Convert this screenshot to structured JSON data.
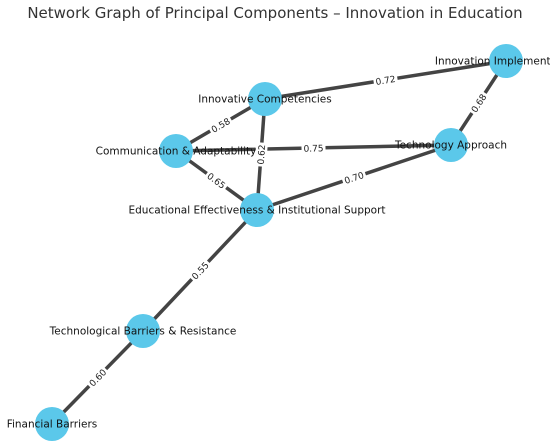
{
  "title": "Network Graph of Principal Components – Innovation in Education",
  "colors": {
    "node": "#5bc8ea",
    "edge": "#444444"
  },
  "nodes": [
    {
      "id": "innovation-implementation",
      "label": "Innovation Implementation"
    },
    {
      "id": "innovative-competencies",
      "label": "Innovative Competencies"
    },
    {
      "id": "communication-adaptability",
      "label": "Communication & Adaptability"
    },
    {
      "id": "technology-approach",
      "label": "Technology Approach"
    },
    {
      "id": "educational-effectiveness",
      "label": "Educational Effectiveness & Institutional Support"
    },
    {
      "id": "technological-barriers",
      "label": "Technological Barriers & Resistance"
    },
    {
      "id": "financial-barriers",
      "label": "Financial Barriers"
    }
  ],
  "edges": [
    {
      "from": "innovative-competencies",
      "to": "innovation-implementation",
      "weight": "0.72"
    },
    {
      "from": "innovation-implementation",
      "to": "technology-approach",
      "weight": "0.68"
    },
    {
      "from": "communication-adaptability",
      "to": "innovative-competencies",
      "weight": "0.58"
    },
    {
      "from": "communication-adaptability",
      "to": "technology-approach",
      "weight": "0.75"
    },
    {
      "from": "innovative-competencies",
      "to": "educational-effectiveness",
      "weight": "0.62"
    },
    {
      "from": "communication-adaptability",
      "to": "educational-effectiveness",
      "weight": "0.65"
    },
    {
      "from": "educational-effectiveness",
      "to": "technology-approach",
      "weight": "0.70"
    },
    {
      "from": "educational-effectiveness",
      "to": "technological-barriers",
      "weight": "0.55"
    },
    {
      "from": "technological-barriers",
      "to": "financial-barriers",
      "weight": "0.60"
    }
  ]
}
